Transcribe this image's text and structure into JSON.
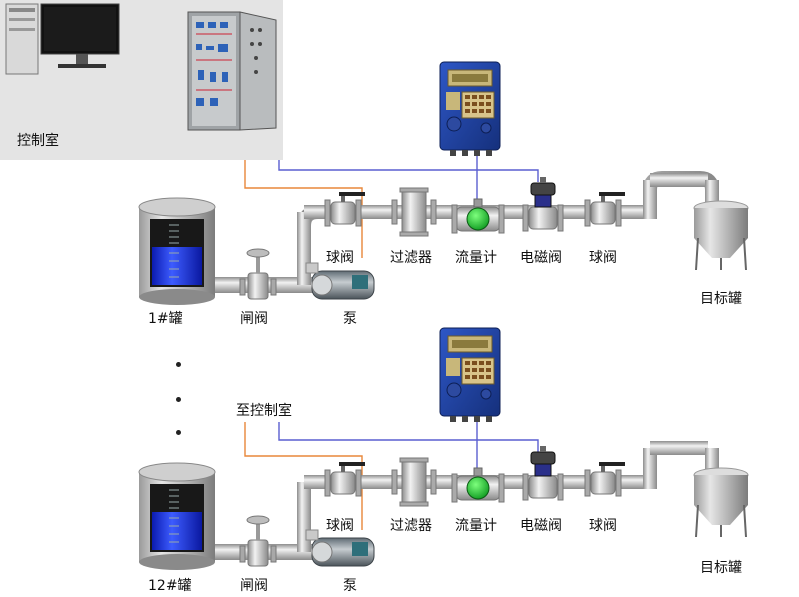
{
  "control_room": {
    "label": "控制室"
  },
  "to_control_room": "至控制室",
  "lines": [
    {
      "tank": "1#罐",
      "gate_valve": "闸阀",
      "pump": "泵",
      "ball_valve_1": "球阀",
      "filter": "过滤器",
      "flowmeter": "流量计",
      "solenoid_valve": "电磁阀",
      "ball_valve_2": "球阀",
      "target_tank": "目标罐"
    },
    {
      "tank": "12#罐",
      "gate_valve": "闸阀",
      "pump": "泵",
      "ball_valve_1": "球阀",
      "filter": "过滤器",
      "flowmeter": "流量计",
      "solenoid_valve": "电磁阀",
      "ball_valve_2": "球阀",
      "target_tank": "目标罐"
    }
  ],
  "colors": {
    "pipe": "#c9c9c9",
    "signal_orange": "#e8873a",
    "signal_blue": "#5a5fd0",
    "controller_blue": "#1f3f9e",
    "liquid": "#1d3cff"
  }
}
